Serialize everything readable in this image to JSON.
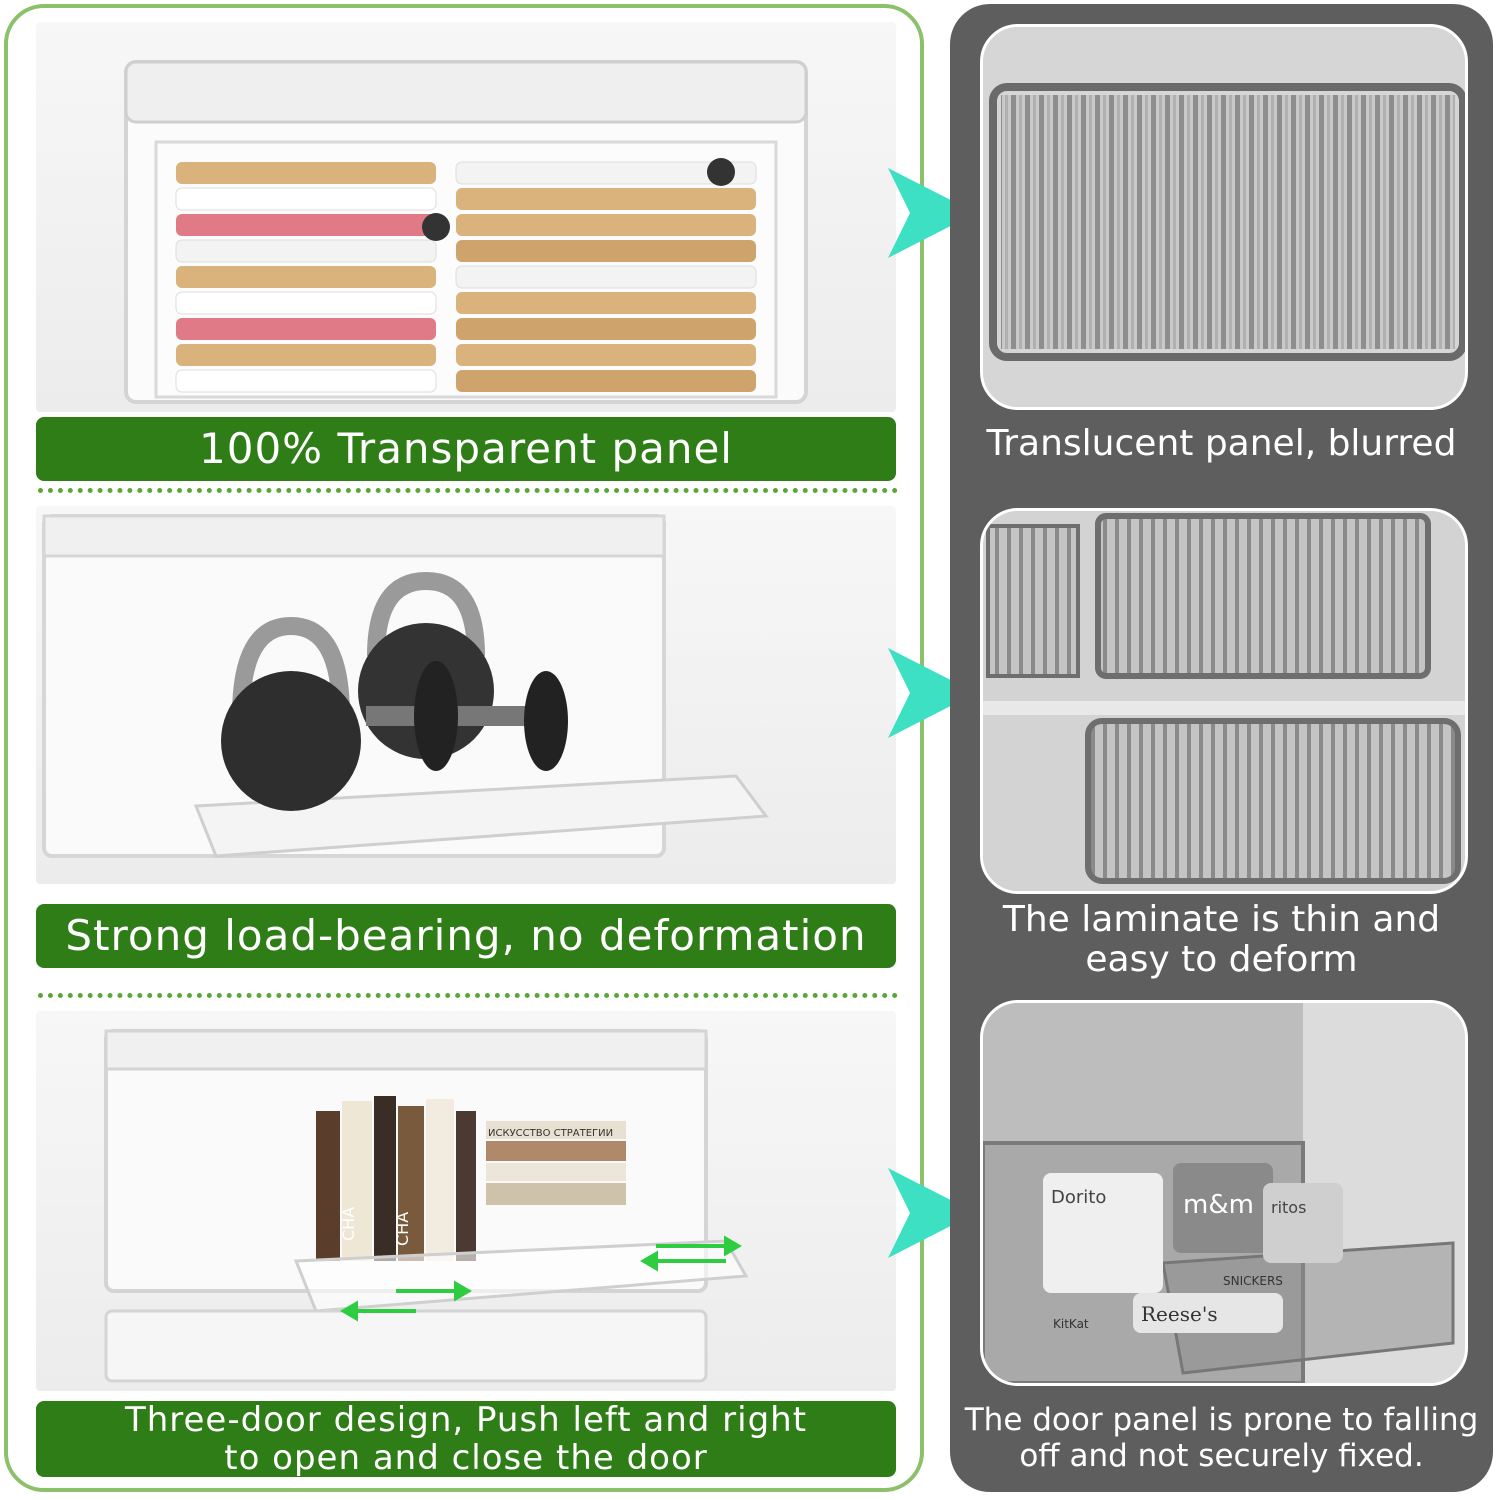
{
  "left": {
    "banners": [
      {
        "lines": [
          "100% Transparent panel"
        ]
      },
      {
        "lines": [
          "Strong load-bearing, no deformation"
        ]
      },
      {
        "lines": [
          "Three-door design, Push left and right",
          "to open and close the door"
        ]
      }
    ],
    "book_spines": [
      "CHA",
      "CHA",
      "ИСКУССТВО СТРАТЕГИИ"
    ],
    "snack_labels": []
  },
  "right": {
    "captions": [
      {
        "lines": [
          "Translucent panel, blurred"
        ]
      },
      {
        "lines": [
          "The laminate is thin and",
          "easy to deform"
        ]
      },
      {
        "lines": [
          "The door panel is prone to falling",
          "off and not securely fixed."
        ]
      }
    ],
    "photo_labels": [
      "Dorito",
      "m&m",
      "ritos",
      "Reese's",
      "KitKat",
      "SNICKERS"
    ]
  },
  "colors": {
    "left_border": "#8cc06a",
    "banner_bg": "#2f7d17",
    "right_bg": "#5e5e5e",
    "arrow": "#3ee0c4",
    "door_arrows": "#2ecc40"
  }
}
